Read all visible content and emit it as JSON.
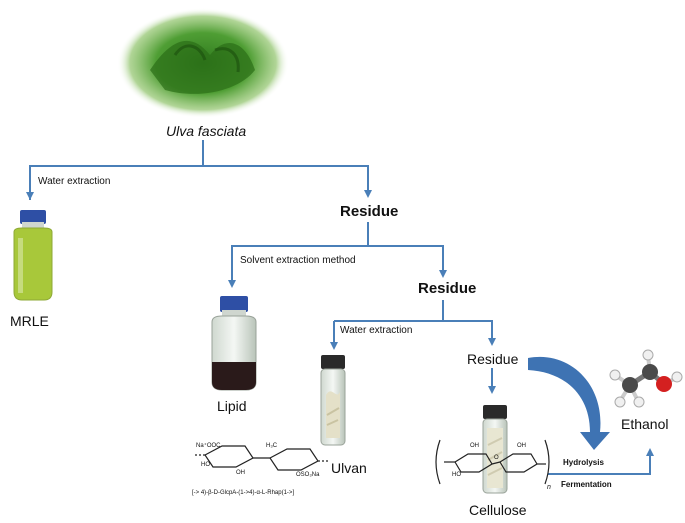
{
  "species": "Ulva fasciata",
  "steps": {
    "water_extraction_1": "Water extraction",
    "solvent_extraction": "Solvent  extraction method",
    "water_extraction_2": "Water extraction",
    "hydrolysis": "Hydrolysis",
    "fermentation": "Fermentation"
  },
  "nodes": {
    "mrle": "MRLE",
    "residue_1": "Residue",
    "lipid": "Lipid",
    "residue_2": "Residue",
    "ulvan": "Ulvan",
    "residue_3": "Residue",
    "cellulose": "Cellulose",
    "ethanol": "Ethanol"
  },
  "ulvan_structure": {
    "repeat_unit": "[-> 4)-β-D-GlcpA-(1->4)-α-L-Rhap(1->]",
    "groups": {
      "naooc": "Na⁺OOC",
      "ch3": "H₃C",
      "oh": "OH",
      "ho": "HO",
      "oso3": "OSO₃Na"
    }
  },
  "cellulose_structure": {
    "subscript": "n",
    "groups": {
      "oh": "OH",
      "ho": "HO",
      "o": "O"
    }
  },
  "colors": {
    "arrow": "#4a7fb8",
    "curved_arrow": "#3e73b3",
    "seaweed": "#3f8c2a",
    "mrle_liquid": "#a8c83a",
    "lipid_liquid": "#2a1a1a",
    "cap": "#2e4fa5"
  }
}
